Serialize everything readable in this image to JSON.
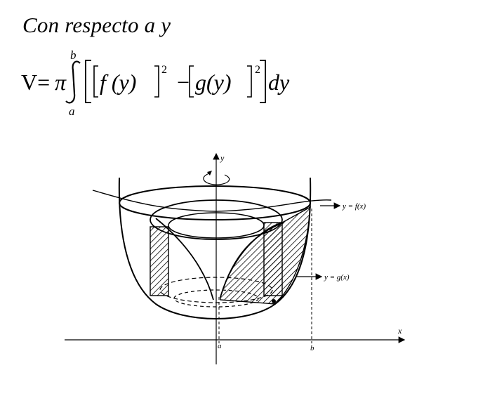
{
  "heading": "Con respecto a y",
  "formula": {
    "lhs": "V=",
    "pi": "π",
    "upper_limit": "b",
    "lower_limit": "a",
    "f_term": "f (y)",
    "g_term": "g(y)",
    "exponent": "2",
    "minus": "−",
    "differential": "dy"
  },
  "figure": {
    "y_axis_label": "y",
    "x_axis_label": "x",
    "label_f": "y = f(x)",
    "label_g": "y = g(x)",
    "tick_a": "a",
    "tick_b": "b",
    "stroke_color": "#000000",
    "hatch_color": "#000000"
  }
}
